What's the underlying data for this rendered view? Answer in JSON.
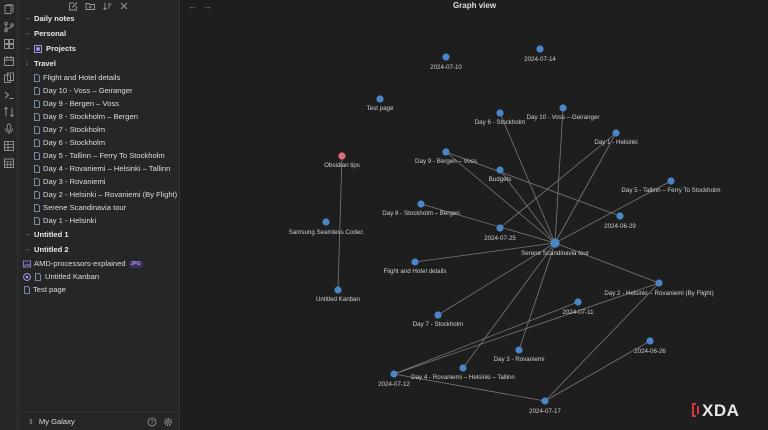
{
  "ribbon": {
    "icons": [
      "files-icon",
      "git-branch-icon",
      "grid-icon",
      "calendar-icon",
      "pages-icon",
      "terminal-icon",
      "switch-icon",
      "microphone-icon",
      "table-icon",
      "calendar-grid-icon"
    ]
  },
  "sidebar": {
    "toolbar_icons": [
      "new-note-icon",
      "new-folder-icon",
      "sort-icon",
      "collapse-icon"
    ],
    "tree": [
      {
        "label": "Daily notes",
        "kind": "folder",
        "state": "collapsed",
        "depth": 0
      },
      {
        "label": "Personal",
        "kind": "folder",
        "state": "collapsed",
        "depth": 0
      },
      {
        "label": "Projects",
        "kind": "folder",
        "state": "collapsed",
        "depth": 0,
        "icon": "kanban-box-icon"
      },
      {
        "label": "Travel",
        "kind": "folder",
        "state": "expanded",
        "depth": 0
      },
      {
        "label": "Flight and Hotel details",
        "kind": "file",
        "depth": 1
      },
      {
        "label": "Day 10 - Voss – Geiranger",
        "kind": "file",
        "depth": 1
      },
      {
        "label": "Day 9 - Bergen – Voss",
        "kind": "file",
        "depth": 1
      },
      {
        "label": "Day 8 - Stockholm – Bergen",
        "kind": "file",
        "depth": 1
      },
      {
        "label": "Day 7 - Stockholm",
        "kind": "file",
        "depth": 1
      },
      {
        "label": "Day 6 - Stockholm",
        "kind": "file",
        "depth": 1
      },
      {
        "label": "Day 5 - Tallinn – Ferry To Stockholm",
        "kind": "file",
        "depth": 1
      },
      {
        "label": "Day 4 - Rovaniemi – Helsinki – Tallinn",
        "kind": "file",
        "depth": 1
      },
      {
        "label": "Day 3 - Rovaniemi",
        "kind": "file",
        "depth": 1
      },
      {
        "label": "Day 2 - Helsinki – Rovaniemi (By Flight)",
        "kind": "file",
        "depth": 1
      },
      {
        "label": "Serene Scandinavia tour",
        "kind": "file",
        "depth": 1
      },
      {
        "label": "Day 1 - Helsinki",
        "kind": "file",
        "depth": 1
      },
      {
        "label": "Untitled 1",
        "kind": "folder",
        "state": "collapsed",
        "depth": 0
      },
      {
        "label": "Untitled 2",
        "kind": "folder",
        "state": "collapsed",
        "depth": 0
      },
      {
        "label": "AMD-processors-explained",
        "kind": "image",
        "depth": 0,
        "badge": "JPG"
      },
      {
        "label": "Untitled Kanban",
        "kind": "kanban",
        "depth": 0
      },
      {
        "label": "Test page",
        "kind": "file",
        "depth": 0
      }
    ],
    "vault_name": "My Galaxy",
    "vault_icons": [
      "help-icon",
      "settings-icon"
    ]
  },
  "main": {
    "title": "Graph view",
    "back_glyph": "←",
    "forward_glyph": "→"
  },
  "graph": {
    "node_color": "#4a86c5",
    "hub_color": "#4a86c5",
    "highlight_color": "#e06c75",
    "edge_color": "#8a8a8a",
    "nodes": [
      {
        "id": "d0710",
        "label": "2024-07-10"
      },
      {
        "id": "d0714",
        "label": "2024-07-14"
      },
      {
        "id": "test",
        "label": "Test page"
      },
      {
        "id": "day6",
        "label": "Day 6 - Stockholm"
      },
      {
        "id": "day10",
        "label": "Day 10 - Voss – Geiranger"
      },
      {
        "id": "day1",
        "label": "Day 1 - Helsinki"
      },
      {
        "id": "obs",
        "label": "Obsidian tips",
        "highlight": true
      },
      {
        "id": "day9",
        "label": "Day 9 - Bergen – Voss"
      },
      {
        "id": "budgets",
        "label": "Budgets"
      },
      {
        "id": "day5",
        "label": "Day 5 - Tallinn – Ferry To Stockholm"
      },
      {
        "id": "day8",
        "label": "Day 8 - Stockholm – Bergen"
      },
      {
        "id": "d0629",
        "label": "2024-06-29"
      },
      {
        "id": "samsung",
        "label": "Samsung Seamless Codec"
      },
      {
        "id": "d0725",
        "label": "2024-07-25"
      },
      {
        "id": "hub",
        "label": "Serene Scandinavia tour",
        "hub": true
      },
      {
        "id": "flight",
        "label": "Flight and Hotel details"
      },
      {
        "id": "kanban",
        "label": "Untitled Kanban"
      },
      {
        "id": "day2",
        "label": "Day 2 - Helsinki – Rovaniemi (By Flight)"
      },
      {
        "id": "d0711",
        "label": "2024-07-11"
      },
      {
        "id": "day7",
        "label": "Day 7 - Stockholm"
      },
      {
        "id": "day3",
        "label": "Day 3 - Rovaniemi"
      },
      {
        "id": "d0626",
        "label": "2024-06-26"
      },
      {
        "id": "d0712",
        "label": "2024-07-12"
      },
      {
        "id": "day4",
        "label": "Day 4 - Rovaniemi – Helsinki – Tallinn"
      },
      {
        "id": "d0717",
        "label": "2024-07-17"
      }
    ],
    "edges": [
      [
        "hub",
        "day6"
      ],
      [
        "hub",
        "day10"
      ],
      [
        "hub",
        "day1"
      ],
      [
        "hub",
        "day9"
      ],
      [
        "hub",
        "budgets"
      ],
      [
        "hub",
        "day5"
      ],
      [
        "hub",
        "day8"
      ],
      [
        "hub",
        "flight"
      ],
      [
        "hub",
        "day2"
      ],
      [
        "hub",
        "day7"
      ],
      [
        "hub",
        "day3"
      ],
      [
        "hub",
        "day4"
      ],
      [
        "d0725",
        "day1"
      ],
      [
        "d0629",
        "day9"
      ],
      [
        "obs",
        "kanban"
      ],
      [
        "d0712",
        "day2"
      ],
      [
        "d0712",
        "d0711"
      ],
      [
        "d0712",
        "d0717"
      ],
      [
        "d0717",
        "day2"
      ],
      [
        "d0717",
        "d0626"
      ]
    ]
  },
  "watermark": {
    "text": "XDA",
    "accent": "#d03a3a"
  }
}
